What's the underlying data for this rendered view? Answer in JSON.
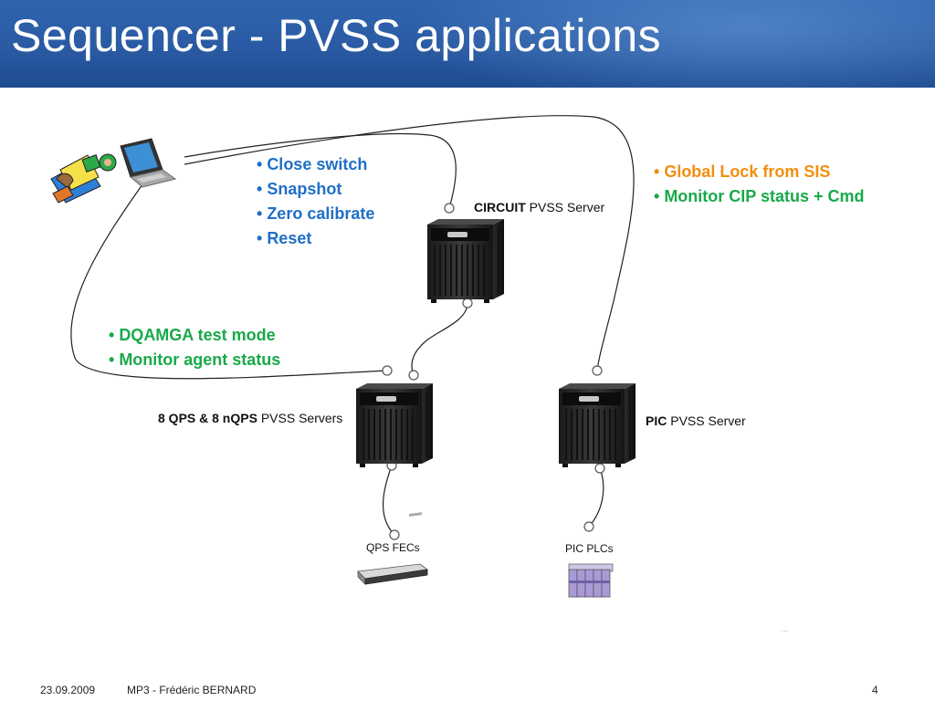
{
  "title": "Sequencer - PVSS applications",
  "bullets_circuit_actions": [
    "Close switch",
    "Snapshot",
    "Zero calibrate",
    "Reset"
  ],
  "bullets_qps": [
    "DQAMGA test mode",
    "Monitor agent status"
  ],
  "bullets_pic": {
    "lock": "Global Lock from SIS",
    "monitor": "Monitor CIP status + Cmd"
  },
  "servers": {
    "circuit": {
      "bold": "CIRCUIT",
      "rest": " PVSS Server"
    },
    "qps": {
      "bold": "8 QPS & 8 nQPS",
      "rest": " PVSS Servers"
    },
    "pic": {
      "bold": "PIC",
      "rest": " PVSS Server"
    }
  },
  "devices": {
    "qps_fecs": "QPS FECs",
    "pic_plcs": "PIC PLCs"
  },
  "ellipsis": "...",
  "footer": {
    "date": "23.09.2009",
    "author": "MP3 - Frédéric BERNARD",
    "page": "4"
  },
  "colors": {
    "header": "#2a5aa3",
    "blue_text": "#1f6fc8",
    "green_text": "#19a94a",
    "orange_text": "#f28e0c"
  },
  "icons": [
    "laptop-icon",
    "user-clipart-icon",
    "server-tower-icon",
    "rack-unit-icon",
    "plc-modules-icon"
  ]
}
